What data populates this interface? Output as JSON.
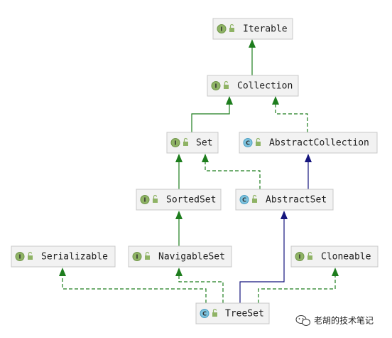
{
  "nodes": {
    "iterable": {
      "label": "Iterable",
      "kind": "interface",
      "badge": "I"
    },
    "collection": {
      "label": "Collection",
      "kind": "interface",
      "badge": "I"
    },
    "set": {
      "label": "Set",
      "kind": "interface",
      "badge": "I"
    },
    "abstract_collection": {
      "label": "AbstractCollection",
      "kind": "abstract-class",
      "badge": "C"
    },
    "sorted_set": {
      "label": "SortedSet",
      "kind": "interface",
      "badge": "I"
    },
    "abstract_set": {
      "label": "AbstractSet",
      "kind": "abstract-class",
      "badge": "C"
    },
    "serializable": {
      "label": "Serializable",
      "kind": "interface",
      "badge": "I"
    },
    "navigable_set": {
      "label": "NavigableSet",
      "kind": "interface",
      "badge": "I"
    },
    "cloneable": {
      "label": "Cloneable",
      "kind": "interface",
      "badge": "I"
    },
    "tree_set": {
      "label": "TreeSet",
      "kind": "class",
      "badge": "C"
    }
  },
  "edges": [
    {
      "from": "collection",
      "to": "iterable",
      "style": "extends-interface"
    },
    {
      "from": "set",
      "to": "collection",
      "style": "extends-interface"
    },
    {
      "from": "abstract_collection",
      "to": "collection",
      "style": "implements"
    },
    {
      "from": "sorted_set",
      "to": "set",
      "style": "extends-interface"
    },
    {
      "from": "abstract_set",
      "to": "set",
      "style": "implements"
    },
    {
      "from": "abstract_set",
      "to": "abstract_collection",
      "style": "extends-class"
    },
    {
      "from": "navigable_set",
      "to": "sorted_set",
      "style": "extends-interface"
    },
    {
      "from": "tree_set",
      "to": "serializable",
      "style": "implements"
    },
    {
      "from": "tree_set",
      "to": "navigable_set",
      "style": "implements"
    },
    {
      "from": "tree_set",
      "to": "abstract_set",
      "style": "extends-class"
    },
    {
      "from": "tree_set",
      "to": "cloneable",
      "style": "implements"
    }
  ],
  "colors": {
    "interface_edge": "#1d7d1d",
    "class_edge": "#15157d",
    "interface_badge": "#8fb365",
    "class_badge": "#7ec3de",
    "node_fill": "#f2f2f2"
  },
  "watermark": {
    "icon": "wechat-icon",
    "text": "老胡的技术笔记"
  }
}
